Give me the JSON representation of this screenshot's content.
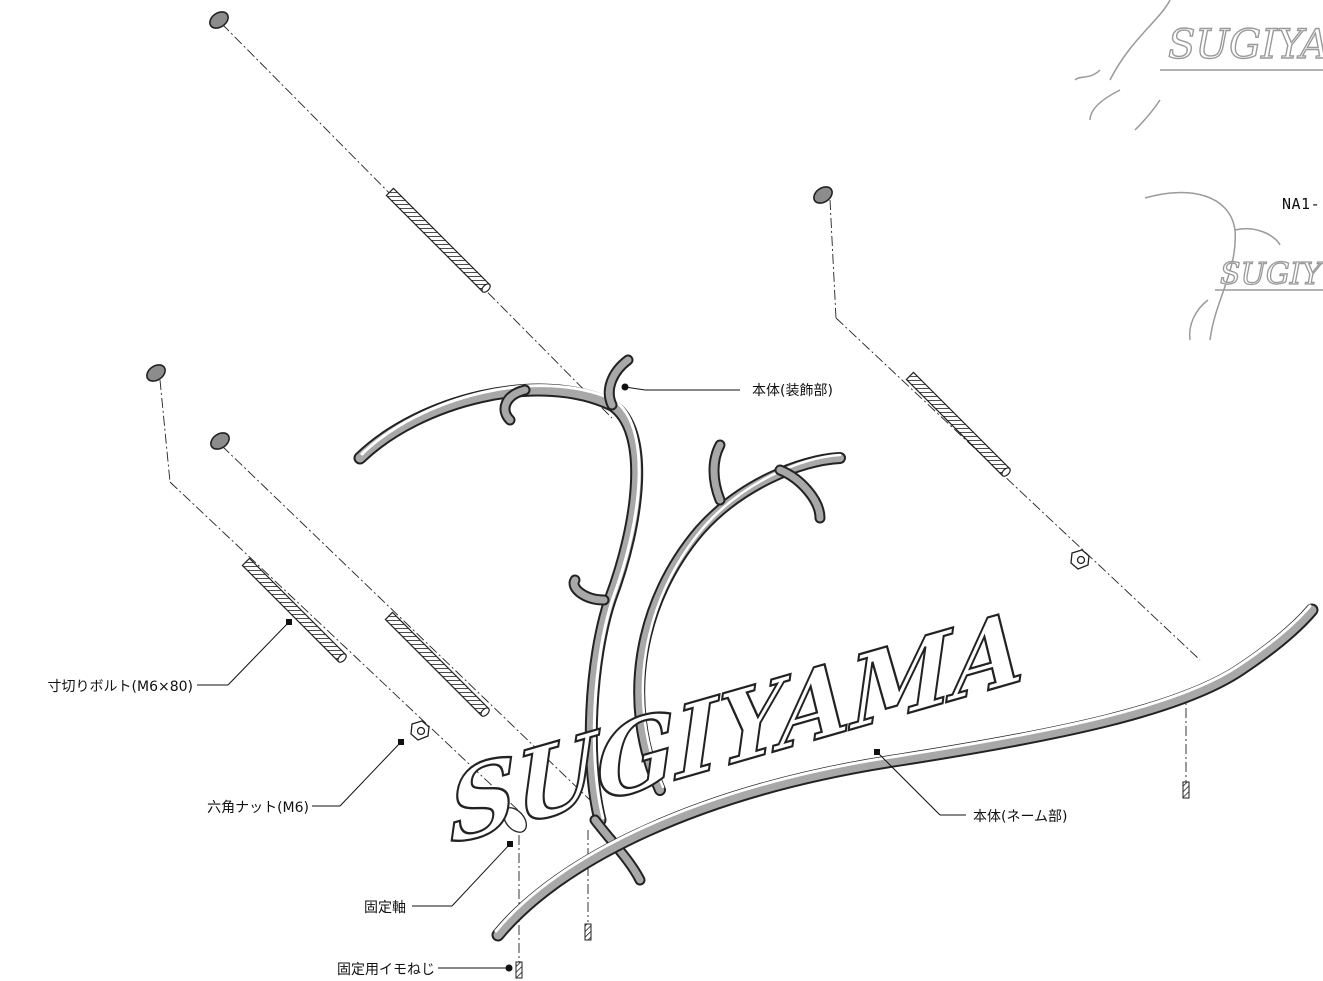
{
  "sign": {
    "name_text": "SUGIYAMA"
  },
  "thumbnails": {
    "top_text": "SUGIYA",
    "second_text": "SUGIY",
    "model_label": "NA1-"
  },
  "callouts": {
    "decorative_body": "本体(装飾部)",
    "name_body": "本体(ネーム部)",
    "bolt": "寸切りボルト(M6×80)",
    "nut": "六角ナット(M6)",
    "fixed_shaft": "固定軸",
    "set_screw": "固定用イモねじ"
  },
  "colors": {
    "line": "#222222",
    "shadow": "#a8a8a8",
    "cap": "#8c8c8c",
    "thumb": "#9a9a9a"
  }
}
